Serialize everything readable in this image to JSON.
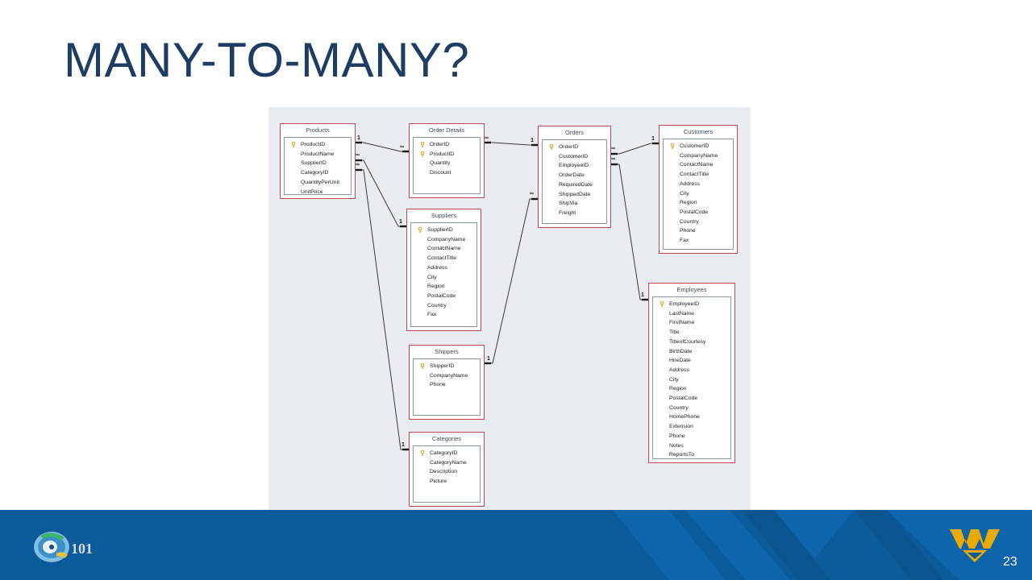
{
  "slide": {
    "title": "MANY-TO-MANY?",
    "page_number": "23",
    "logo_text": "101"
  },
  "diagram": {
    "tables": [
      {
        "name": "Products",
        "fields": [
          {
            "name": "ProductID",
            "key": true
          },
          {
            "name": "ProductName",
            "key": false
          },
          {
            "name": "SupplierID",
            "key": false
          },
          {
            "name": "CategoryID",
            "key": false
          },
          {
            "name": "QuantityPerUnit",
            "key": false
          },
          {
            "name": "UnitPrice",
            "key": false
          }
        ]
      },
      {
        "name": "Order Details",
        "fields": [
          {
            "name": "OrderID",
            "key": true
          },
          {
            "name": "ProductID",
            "key": true
          },
          {
            "name": "Quantity",
            "key": false
          },
          {
            "name": "Discount",
            "key": false
          }
        ]
      },
      {
        "name": "Orders",
        "fields": [
          {
            "name": "OrderID",
            "key": true
          },
          {
            "name": "CustomerID",
            "key": false
          },
          {
            "name": "EmployeeID",
            "key": false
          },
          {
            "name": "OrderDate",
            "key": false
          },
          {
            "name": "RequiredDate",
            "key": false
          },
          {
            "name": "ShippedDate",
            "key": false
          },
          {
            "name": "ShipVia",
            "key": false
          },
          {
            "name": "Freight",
            "key": false
          }
        ]
      },
      {
        "name": "Customers",
        "fields": [
          {
            "name": "CustomerID",
            "key": true
          },
          {
            "name": "CompanyName",
            "key": false
          },
          {
            "name": "ContactName",
            "key": false
          },
          {
            "name": "ContactTitle",
            "key": false
          },
          {
            "name": "Address",
            "key": false
          },
          {
            "name": "City",
            "key": false
          },
          {
            "name": "Region",
            "key": false
          },
          {
            "name": "PostalCode",
            "key": false
          },
          {
            "name": "Country",
            "key": false
          },
          {
            "name": "Phone",
            "key": false
          },
          {
            "name": "Fax",
            "key": false
          }
        ]
      },
      {
        "name": "Suppliers",
        "fields": [
          {
            "name": "SupplierID",
            "key": true
          },
          {
            "name": "CompanyName",
            "key": false
          },
          {
            "name": "ContactName",
            "key": false
          },
          {
            "name": "ContactTitle",
            "key": false
          },
          {
            "name": "Address",
            "key": false
          },
          {
            "name": "City",
            "key": false
          },
          {
            "name": "Region",
            "key": false
          },
          {
            "name": "PostalCode",
            "key": false
          },
          {
            "name": "Country",
            "key": false
          },
          {
            "name": "Fax",
            "key": false
          }
        ]
      },
      {
        "name": "Shippers",
        "fields": [
          {
            "name": "ShipperID",
            "key": true
          },
          {
            "name": "CompanyName",
            "key": false
          },
          {
            "name": "Phone",
            "key": false
          }
        ]
      },
      {
        "name": "Categories",
        "fields": [
          {
            "name": "CategoryID",
            "key": true
          },
          {
            "name": "CategoryName",
            "key": false
          },
          {
            "name": "Description",
            "key": false
          },
          {
            "name": "Picture",
            "key": false
          }
        ]
      },
      {
        "name": "Employees",
        "fields": [
          {
            "name": "EmployeeID",
            "key": true
          },
          {
            "name": "LastName",
            "key": false
          },
          {
            "name": "FirstName",
            "key": false
          },
          {
            "name": "Title",
            "key": false
          },
          {
            "name": "TitleofCourtesy",
            "key": false
          },
          {
            "name": "BirthDate",
            "key": false
          },
          {
            "name": "HireDate",
            "key": false
          },
          {
            "name": "Address",
            "key": false
          },
          {
            "name": "City",
            "key": false
          },
          {
            "name": "Region",
            "key": false
          },
          {
            "name": "PostalCode",
            "key": false
          },
          {
            "name": "Country",
            "key": false
          },
          {
            "name": "HomePhone",
            "key": false
          },
          {
            "name": "Extension",
            "key": false
          },
          {
            "name": "Phone",
            "key": false
          },
          {
            "name": "Notes",
            "key": false
          },
          {
            "name": "ReportsTo",
            "key": false
          }
        ]
      }
    ],
    "relationships": [
      {
        "one": "Products",
        "many": "Order Details",
        "one_label": "1",
        "many_label": "∞"
      },
      {
        "one": "Orders",
        "many": "Order Details",
        "one_label": "1",
        "many_label": "∞"
      },
      {
        "one": "Customers",
        "many": "Orders",
        "one_label": "1",
        "many_label": "∞"
      },
      {
        "one": "Employees",
        "many": "Orders",
        "one_label": "1",
        "many_label": "∞"
      },
      {
        "one": "Suppliers",
        "many": "Products",
        "one_label": "1",
        "many_label": "∞"
      },
      {
        "one": "Categories",
        "many": "Products",
        "one_label": "1",
        "many_label": "∞"
      },
      {
        "one": "Shippers",
        "many": "Orders",
        "one_label": "1",
        "many_label": "∞"
      }
    ]
  },
  "colors": {
    "title": "#1e3d63",
    "footer": "#0b5a9a",
    "table_border": "#c3474f",
    "key_icon": "#d9a520"
  }
}
